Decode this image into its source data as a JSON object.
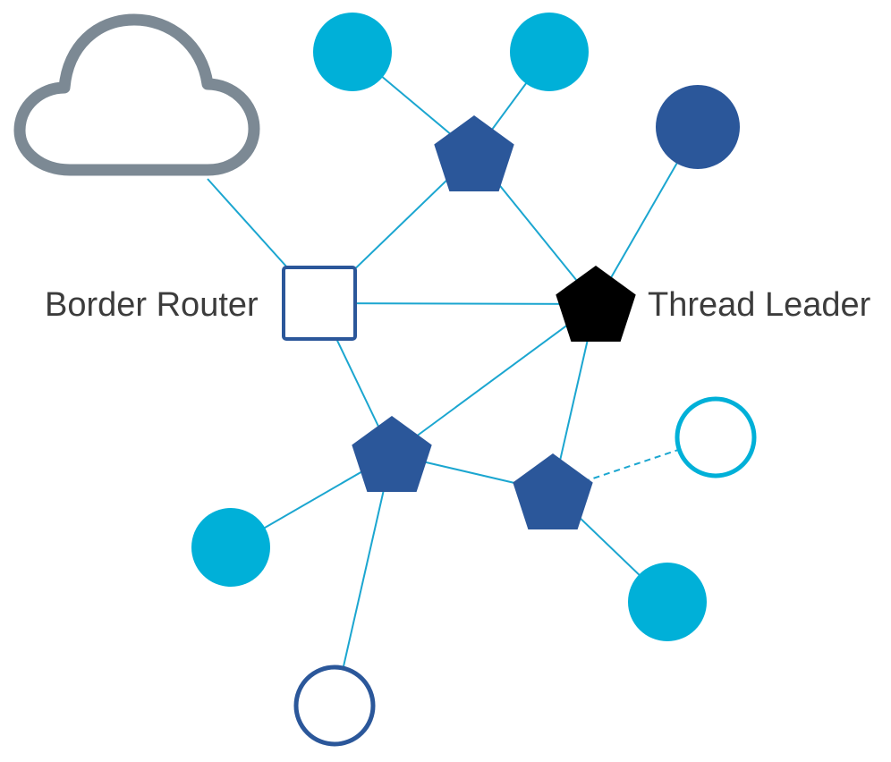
{
  "labels": {
    "border_router": "Border Router",
    "thread_leader": "Thread Leader"
  },
  "colors": {
    "link": "#1ba6d0",
    "router": "#2b579a",
    "leader": "#000000",
    "end_device": "#00b0d8",
    "sleepy_end_device": "#2b579a",
    "cloud_outline": "#7c8994",
    "background": "#ffffff"
  },
  "nodes": [
    {
      "id": "cloud",
      "kind": "cloud",
      "icon": "cloud-icon"
    },
    {
      "id": "border-router",
      "kind": "border-router",
      "icon": "square-outline-icon"
    },
    {
      "id": "router-top",
      "kind": "router",
      "icon": "pentagon-icon"
    },
    {
      "id": "thread-leader",
      "kind": "leader",
      "icon": "pentagon-icon"
    },
    {
      "id": "router-left",
      "kind": "router",
      "icon": "pentagon-icon"
    },
    {
      "id": "router-right",
      "kind": "router",
      "icon": "pentagon-icon"
    },
    {
      "id": "end-device-top-left",
      "kind": "end-device",
      "icon": "circle-filled-icon"
    },
    {
      "id": "end-device-top-right",
      "kind": "end-device",
      "icon": "circle-filled-icon"
    },
    {
      "id": "end-device-dark",
      "kind": "end-device-dark",
      "icon": "circle-filled-icon"
    },
    {
      "id": "end-device-left",
      "kind": "end-device",
      "icon": "circle-filled-icon"
    },
    {
      "id": "end-device-bottom-right",
      "kind": "end-device",
      "icon": "circle-filled-icon"
    },
    {
      "id": "open-circle-right",
      "kind": "open-circle-cyan",
      "icon": "circle-outline-icon"
    },
    {
      "id": "open-circle-bottom",
      "kind": "open-circle-blue",
      "icon": "circle-outline-icon"
    }
  ],
  "links": [
    {
      "from": "cloud",
      "to": "border-router",
      "style": "solid"
    },
    {
      "from": "border-router",
      "to": "router-top",
      "style": "solid"
    },
    {
      "from": "border-router",
      "to": "thread-leader",
      "style": "solid"
    },
    {
      "from": "border-router",
      "to": "router-left",
      "style": "solid"
    },
    {
      "from": "router-top",
      "to": "thread-leader",
      "style": "solid"
    },
    {
      "from": "router-top",
      "to": "end-device-top-left",
      "style": "solid"
    },
    {
      "from": "router-top",
      "to": "end-device-top-right",
      "style": "solid"
    },
    {
      "from": "thread-leader",
      "to": "end-device-dark",
      "style": "solid"
    },
    {
      "from": "thread-leader",
      "to": "router-left",
      "style": "solid"
    },
    {
      "from": "thread-leader",
      "to": "router-right",
      "style": "solid"
    },
    {
      "from": "router-left",
      "to": "router-right",
      "style": "solid"
    },
    {
      "from": "router-left",
      "to": "end-device-left",
      "style": "solid"
    },
    {
      "from": "router-left",
      "to": "open-circle-bottom",
      "style": "solid"
    },
    {
      "from": "router-right",
      "to": "end-device-bottom-right",
      "style": "solid"
    },
    {
      "from": "router-right",
      "to": "open-circle-right",
      "style": "dashed"
    }
  ]
}
